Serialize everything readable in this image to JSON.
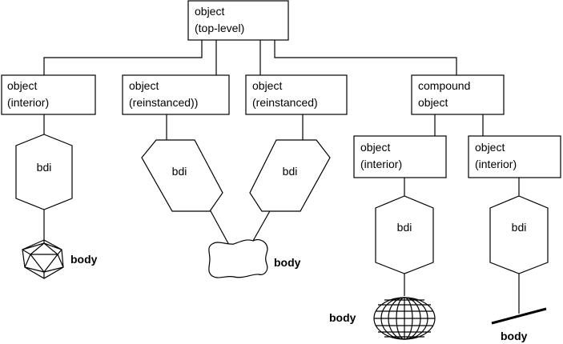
{
  "nodes": {
    "top": {
      "line1": "object",
      "line2": "(top-level)"
    },
    "interior_left": {
      "line1": "object",
      "line2": "(interior)"
    },
    "reinst_1": {
      "line1": "object",
      "line2": "(reinstanced))"
    },
    "reinst_2": {
      "line1": "object",
      "line2": "(reinstanced)"
    },
    "compound": {
      "line1": "compound",
      "line2": "object"
    },
    "interior_mid": {
      "line1": "object",
      "line2": "(interior)"
    },
    "interior_right": {
      "line1": "object",
      "line2": "(interior)"
    }
  },
  "bdi_label": "bdi",
  "body_label": "body",
  "body_shapes": [
    "icosahedron-icon",
    "blob-icon",
    "grid-sphere-icon",
    "plane-line-icon"
  ]
}
